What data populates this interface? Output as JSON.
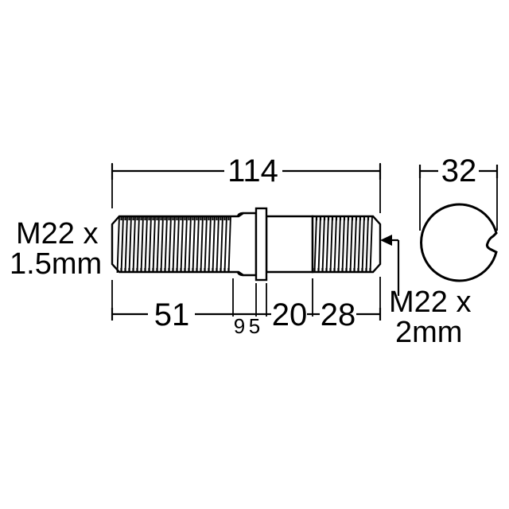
{
  "drawing": {
    "title": "Wheel stud double-ended threaded bolt engineering drawing",
    "units": "mm",
    "line_color": "#000000",
    "background_color": "#ffffff",
    "overall_length_label": "114",
    "end_view_diameter_label": "32",
    "segment_labels": {
      "left_thread": "51",
      "collar_left_shoulder": "9",
      "collar_width": "5",
      "shank": "20",
      "right_thread": "28"
    },
    "thread_callouts": {
      "left": {
        "line1": "M22 x",
        "line2": "1.5mm"
      },
      "right": {
        "line1": "M22 x",
        "line2": "2mm"
      }
    },
    "dimension_chain_order": [
      "51",
      "9",
      "5",
      "20",
      "28"
    ],
    "views": [
      {
        "name": "side-view",
        "description": "side elevation of double-ended stud"
      },
      {
        "name": "end-view",
        "description": "end circle with keyway notch"
      }
    ]
  }
}
